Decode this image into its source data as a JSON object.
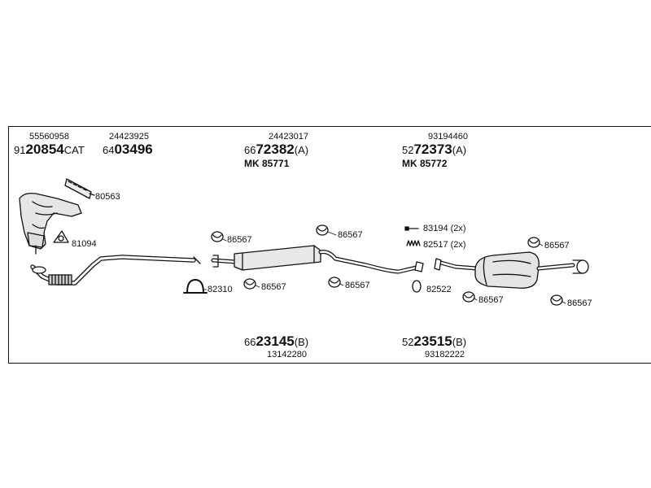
{
  "groups": [
    {
      "id": "manifold",
      "part_no": "55560958",
      "code": {
        "prefix": "91",
        "main": "20854",
        "suffix": "CAT"
      }
    },
    {
      "id": "front-pipe",
      "part_no": "24423925",
      "code": {
        "prefix": "64",
        "main": "03496",
        "suffix": ""
      }
    },
    {
      "id": "middle-silencer",
      "part_no": "24423017",
      "code": {
        "prefix": "66",
        "main": "72382",
        "suffix": "(A)"
      },
      "mk": "MK 85771"
    },
    {
      "id": "rear-silencer",
      "part_no": "93194460",
      "code": {
        "prefix": "52",
        "main": "72373",
        "suffix": "(A)"
      },
      "mk": "MK 85772"
    },
    {
      "id": "kit-b-middle",
      "part_no": "13142280",
      "code": {
        "prefix": "66",
        "main": "23145",
        "suffix": "(B)"
      }
    },
    {
      "id": "kit-b-rear",
      "part_no": "93182222",
      "code": {
        "prefix": "52",
        "main": "23515",
        "suffix": "(B)"
      }
    }
  ],
  "callouts": {
    "gasket_manifold": "80563",
    "gasket_flange": "81094",
    "rubber_a": "86567",
    "rubber_b": "86567",
    "rubber_c": "86567",
    "rubber_d": "86567",
    "rubber_e": "86567",
    "rubber_f": "86567",
    "rubber_g": "86567",
    "clamp": "82310",
    "bolt": "83194 (2x)",
    "spring": "82517 (2x)",
    "ring": "82522"
  }
}
